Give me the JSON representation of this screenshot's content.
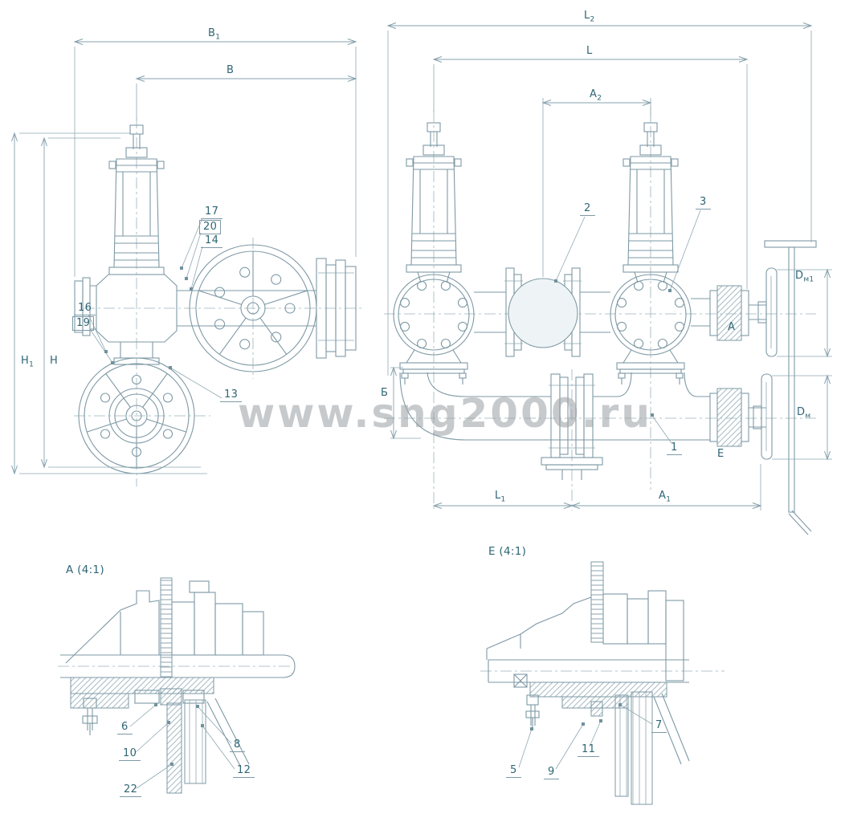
{
  "watermark": {
    "text": "www.sng2000.ru"
  },
  "front_view": {
    "dims": {
      "b1": {
        "main": "B",
        "sub": "1"
      },
      "b": {
        "main": "B",
        "sub": ""
      },
      "h1": {
        "main": "H",
        "sub": "1"
      },
      "h": {
        "main": "H",
        "sub": ""
      }
    },
    "callouts": {
      "c17": "17",
      "c20": "20",
      "c14": "14",
      "c16": "16",
      "c19": "19",
      "c13": "13"
    }
  },
  "side_view": {
    "dims": {
      "l2": {
        "main": "L",
        "sub": "2"
      },
      "l": {
        "main": "L",
        "sub": ""
      },
      "a2": {
        "main": "A",
        "sub": "2"
      },
      "l1": {
        "main": "L",
        "sub": "1"
      },
      "a1": {
        "main": "A",
        "sub": "1"
      },
      "b_cyr": {
        "main": "Б",
        "sub": ""
      },
      "dm1": {
        "main": "D",
        "sub": "м1"
      },
      "dm": {
        "main": "D",
        "sub": "м"
      }
    },
    "callouts": {
      "c1": "1",
      "c2": "2",
      "c3": "3"
    },
    "detail_markers": {
      "a": "A",
      "e": "E"
    }
  },
  "detail_a": {
    "title": "A (4:1)",
    "callouts": {
      "c6": "6",
      "c10": "10",
      "c22": "22",
      "c8": "8",
      "c12": "12"
    }
  },
  "detail_e": {
    "title": "E (4:1)",
    "callouts": {
      "c5": "5",
      "c9": "9",
      "c11": "11",
      "c7": "7"
    }
  }
}
